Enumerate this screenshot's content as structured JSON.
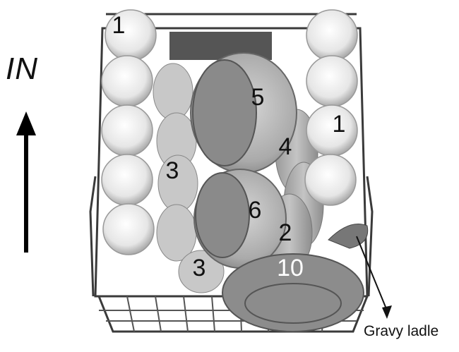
{
  "direction_label": "IN",
  "callouts": {
    "gravy_ladle": "Gravy ladle"
  },
  "item_labels": [
    {
      "id": "cups-top-left",
      "text": "1"
    },
    {
      "id": "pot-5",
      "text": "5"
    },
    {
      "id": "cups-right",
      "text": "1"
    },
    {
      "id": "plates-4",
      "text": "4"
    },
    {
      "id": "bowls-3-upper",
      "text": "3"
    },
    {
      "id": "pot-6",
      "text": "6"
    },
    {
      "id": "plates-2",
      "text": "2"
    },
    {
      "id": "bowls-3-lower",
      "text": "3"
    },
    {
      "id": "platter-10",
      "text": "10"
    }
  ],
  "colors": {
    "rack_wire": "#3a3a3a",
    "dish": "#b9b9b9",
    "cup": "#f2f2f2",
    "text": "#111111",
    "platter_label": "#ffffff"
  }
}
